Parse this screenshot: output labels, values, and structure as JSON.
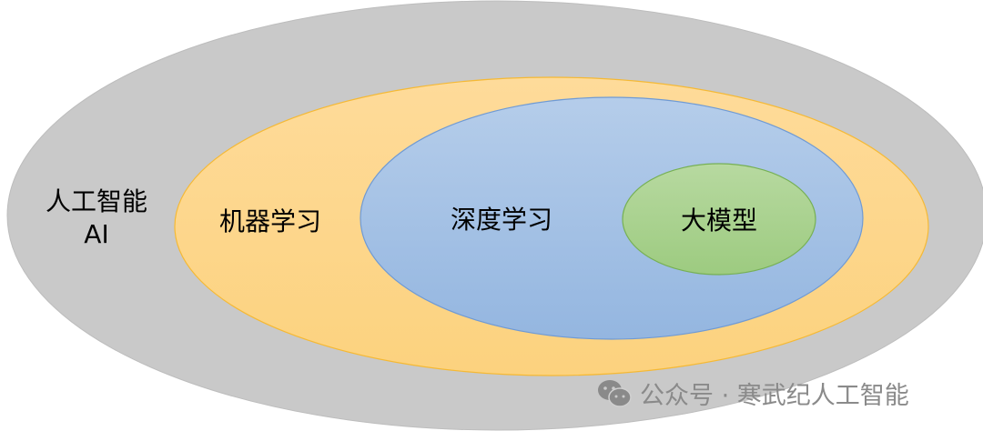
{
  "diagram": {
    "type": "nested-ellipses",
    "layers": [
      {
        "label_line1": "人工智能",
        "label_line2": "AI",
        "color": "#c8c8c8"
      },
      {
        "label": "机器学习",
        "color": "#fdd68b"
      },
      {
        "label": "深度学习",
        "color": "#a6c3e6"
      },
      {
        "label": "大模型",
        "color": "#a9d18e"
      }
    ]
  },
  "watermark": {
    "icon": "wechat-icon",
    "text": "公众号 · 寒武纪人工智能"
  }
}
